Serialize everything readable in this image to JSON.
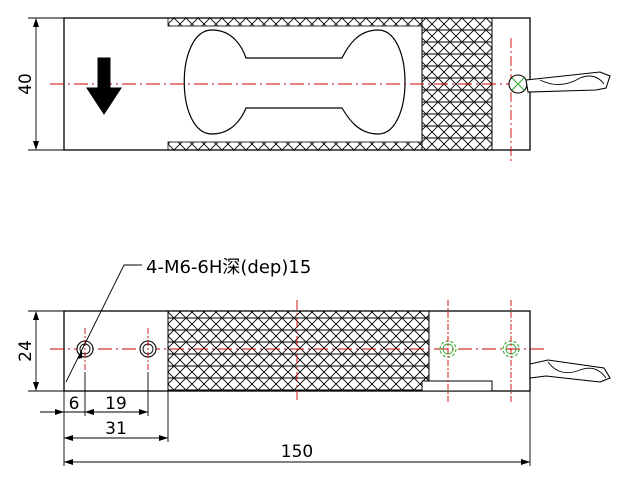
{
  "dimensions": {
    "top_height": "40",
    "bottom_height": "24",
    "hole_offset": "6",
    "hole_spacing": "19",
    "hole_span": "31",
    "overall_length": "150"
  },
  "annotations": {
    "thread_spec": "4-M6-6H深(dep)15"
  },
  "colors": {
    "line": "#000000",
    "centerline": "#cc0000",
    "fastener": "#33aa33",
    "arrow": "#000000"
  },
  "icons": {
    "load_direction": "down-arrow-icon",
    "cable_clamp": "screw-icon"
  }
}
